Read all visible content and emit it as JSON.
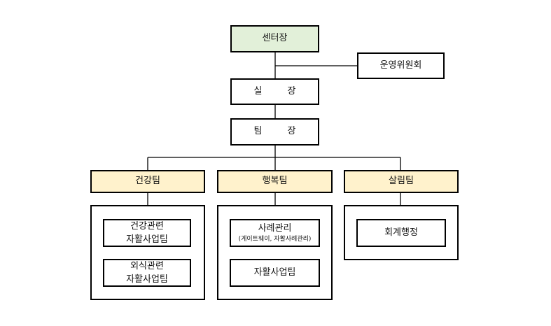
{
  "org": {
    "center": "센터장",
    "committee": "운영위원회",
    "director": "실 장",
    "team_lead": "팀 장"
  },
  "teams": [
    {
      "name": "건강팀",
      "units": [
        {
          "line1": "건강관련",
          "line2": "자활사업팀"
        },
        {
          "line1": "외식관련",
          "line2": "자활사업팀"
        }
      ]
    },
    {
      "name": "행복팀",
      "units": [
        {
          "line1": "사례관리",
          "note": "(게이트웨이, 자활사례관리)"
        },
        {
          "line1": "자활사업팀"
        }
      ]
    },
    {
      "name": "살림팀",
      "units": [
        {
          "line1": "회계행정"
        }
      ]
    }
  ],
  "colors": {
    "center_fill": "#e2f0d9",
    "team_fill": "#fff2cc",
    "line": "#000000"
  }
}
